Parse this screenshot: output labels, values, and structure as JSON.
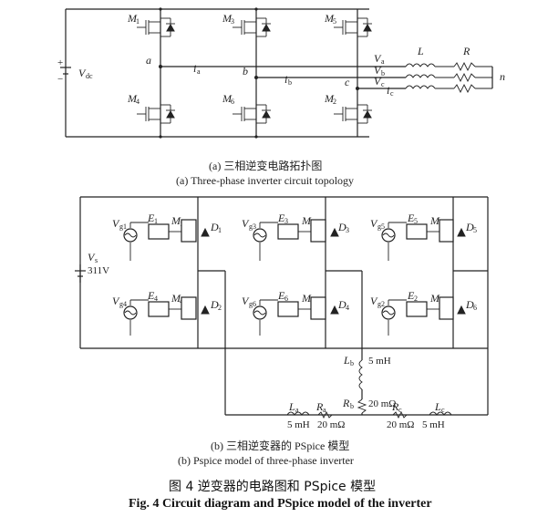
{
  "figure": {
    "labels": {
      "M1": "M",
      "M1_sub": "1",
      "M3": "M",
      "M3_sub": "3",
      "M5": "M",
      "M5_sub": "5",
      "M4": "M",
      "M4_sub": "4",
      "M6": "M",
      "M6_sub": "6",
      "M2": "M",
      "M2_sub": "2",
      "Vdc": "V",
      "Vdc_sub": "dc",
      "node_a": "a",
      "node_b": "b",
      "node_c": "c",
      "i": "i",
      "ia_sub": "a",
      "ib_sub": "b",
      "ic_sub": "c",
      "V": "V",
      "Va_sub": "a",
      "Vb_sub": "b",
      "Vc_sub": "c",
      "L": "L",
      "R": "R",
      "n": "n",
      "Vs": "V",
      "Vs_sub": "s",
      "Vs_value": "311V",
      "Vg": "V",
      "g1": "g1",
      "g3": "g3",
      "g5": "g5",
      "g4": "g4",
      "g6": "g6",
      "g2": "g2",
      "E": "E",
      "D": "D",
      "n1": "1",
      "n2": "2",
      "n3": "3",
      "n4": "4",
      "n5": "5",
      "n6": "6",
      "Lb": "L",
      "Lb_sub": "b",
      "Lb_value": "5 mH",
      "Rb": "R",
      "Rb_sub": "b",
      "Rb_value": "20 mΩ",
      "La": "L",
      "La_sub": "a",
      "La_value": "5 mH",
      "Ra": "R",
      "Ra_sub": "a",
      "Ra_value": "20 mΩ",
      "Rc": "R",
      "Rc_sub": "c",
      "Rc_value": "20 mΩ",
      "Lc": "L",
      "Lc_sub": "c",
      "Lc_value": "5 mH"
    },
    "captions": {
      "a_cn": "(a)  三相逆变电路拓扑图",
      "a_en": "(a) Three-phase inverter circuit topology",
      "b_cn": "(b)  三相逆变器的 PSpice 模型",
      "b_en": "(b) Pspice model of three-phase inverter",
      "main_cn": "图 4  逆变器的电路图和 PSpice 模型",
      "main_en": "Fig. 4 Circuit diagram and PSpice model of the inverter"
    }
  }
}
